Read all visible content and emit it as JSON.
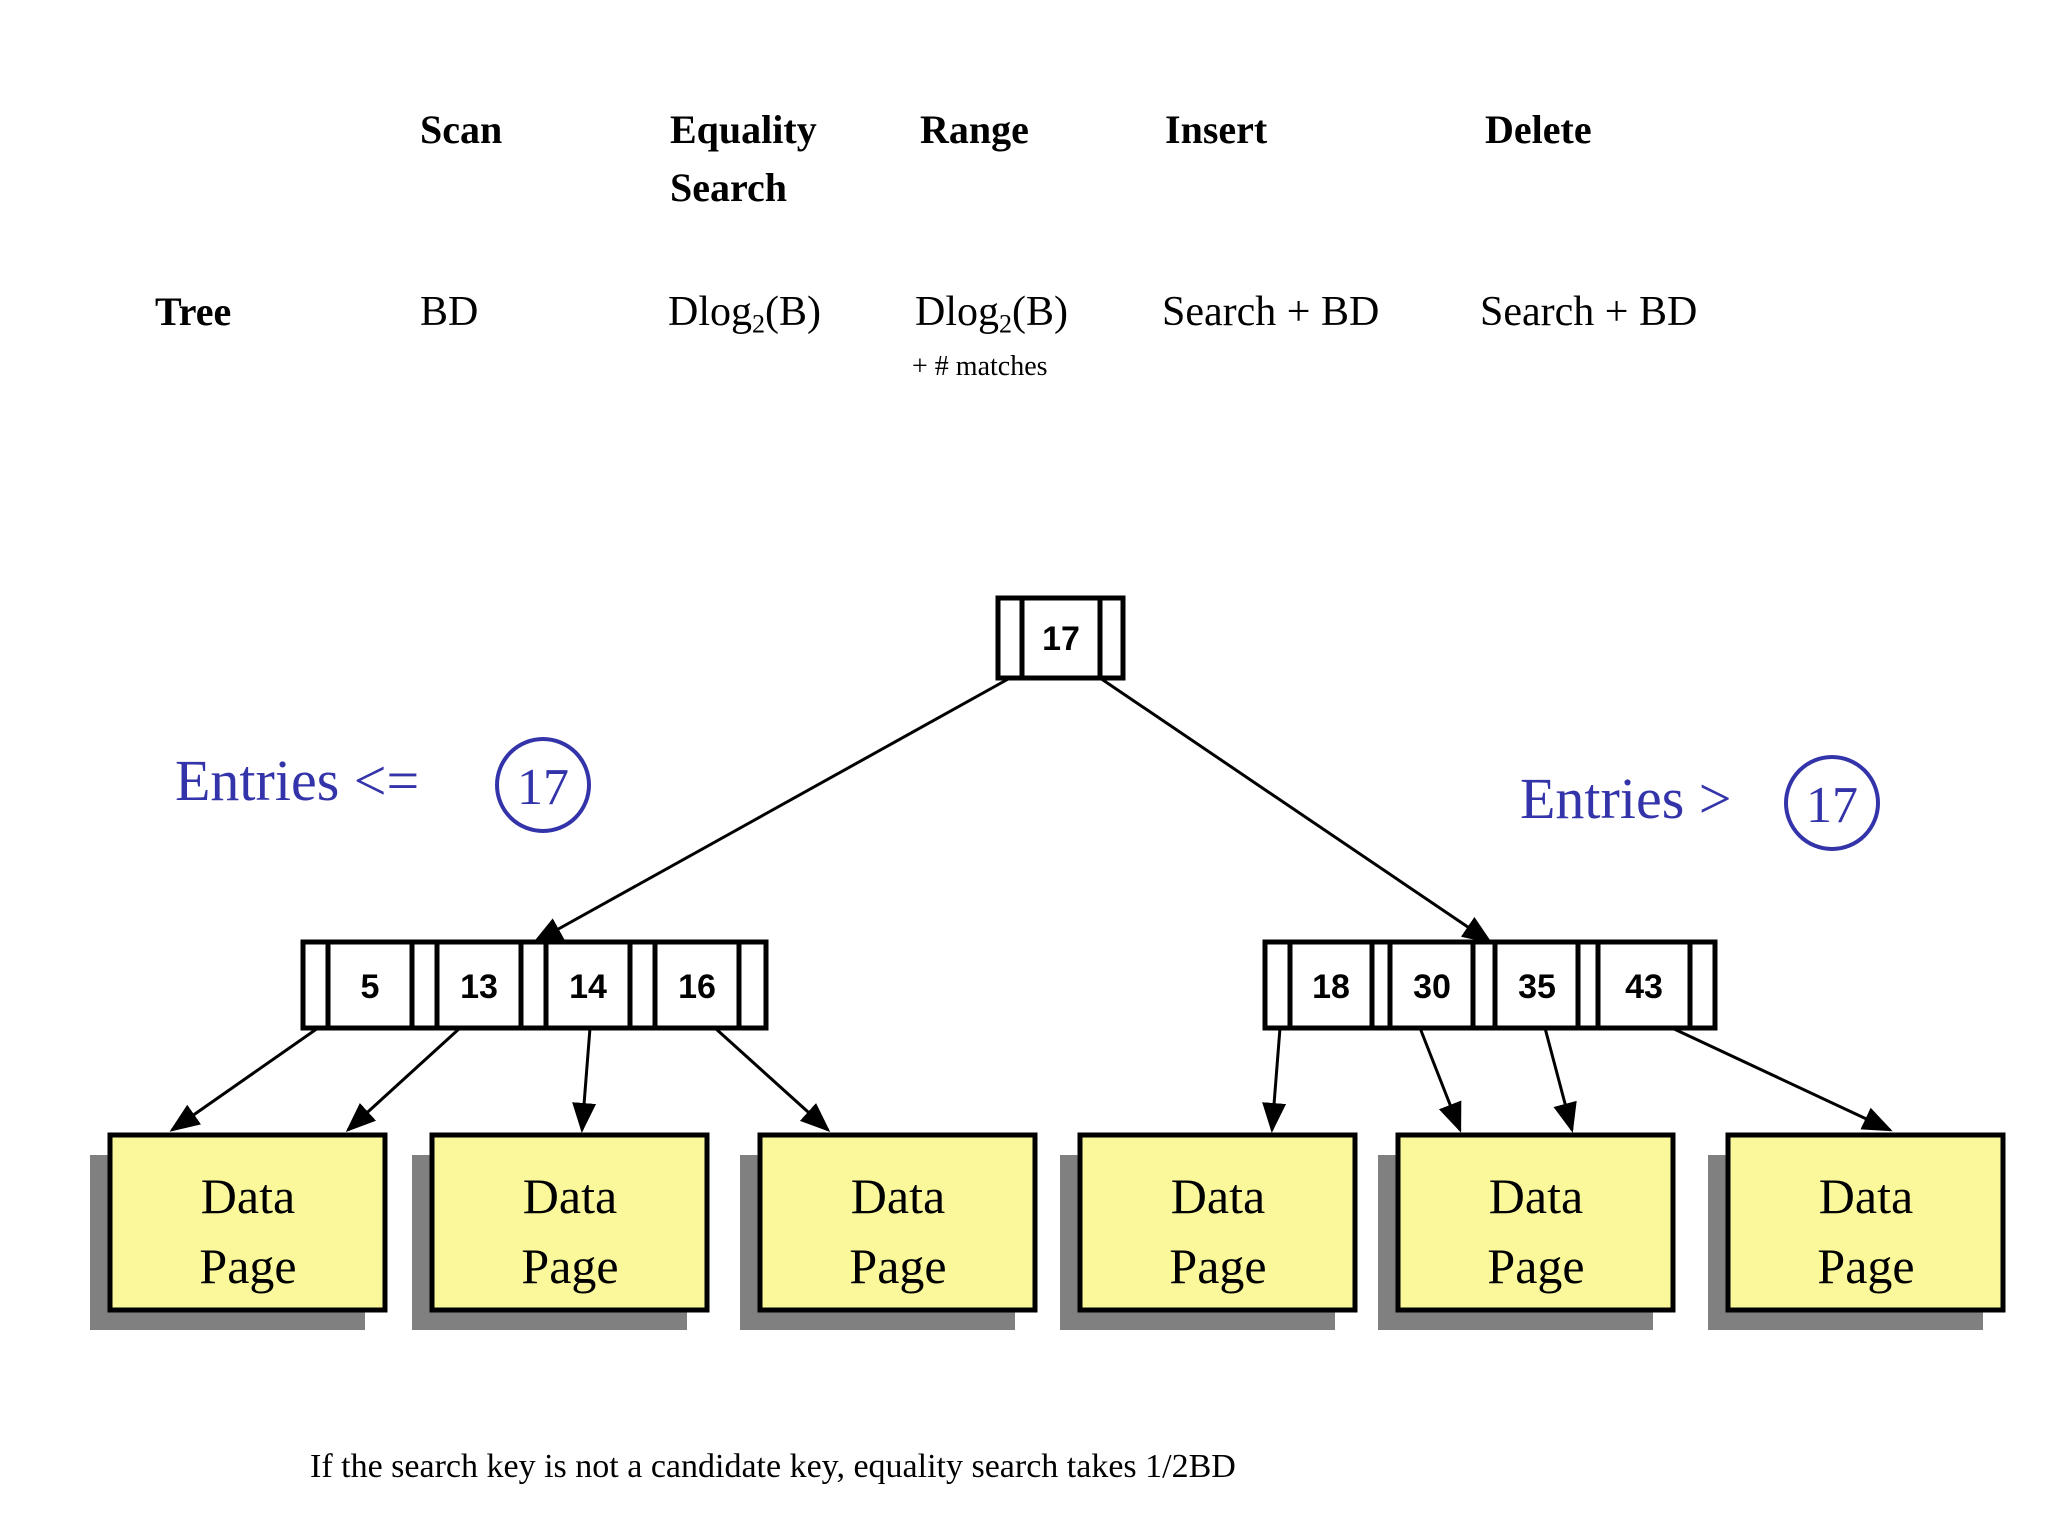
{
  "table": {
    "columns": [
      "",
      "Scan",
      "Equality Search",
      "Range",
      "Insert",
      "Delete"
    ],
    "headers": {
      "blank": "",
      "scan": "Scan",
      "equality_line1": "Equality",
      "equality_line2": "Search",
      "range": "Range",
      "insert": "Insert",
      "delete": "Delete"
    },
    "rows": [
      {
        "label": "Tree",
        "scan": "BD",
        "equality_prefix": "Dlog",
        "equality_sub": "2",
        "equality_suffix": "(B)",
        "range_prefix": "Dlog",
        "range_sub": "2",
        "range_suffix": "(B)",
        "range_note": "+ # matches",
        "insert": "Search + BD",
        "delete": "Search + BD"
      }
    ]
  },
  "diagram": {
    "root": {
      "keys": [
        "17"
      ]
    },
    "labels": {
      "left": {
        "text": "Entries <=",
        "circled_value": "17"
      },
      "right": {
        "text": "Entries >",
        "circled_value": "17"
      }
    },
    "internal_nodes": [
      {
        "keys": [
          "5",
          "13",
          "14",
          "16"
        ]
      },
      {
        "keys": [
          "18",
          "30",
          "35",
          "43"
        ]
      }
    ],
    "leaves": [
      {
        "line1": "Data",
        "line2": "Page"
      },
      {
        "line1": "Data",
        "line2": "Page"
      },
      {
        "line1": "Data",
        "line2": "Page"
      },
      {
        "line1": "Data",
        "line2": "Page"
      },
      {
        "line1": "Data",
        "line2": "Page"
      },
      {
        "line1": "Data",
        "line2": "Page"
      }
    ],
    "colors": {
      "page_fill": "#faf89a",
      "page_border": "#000000",
      "page_shadow": "#808080",
      "label_blue": "#3333aa",
      "line": "#000000"
    }
  },
  "footnote": {
    "text": "If the search key is not a candidate key, equality search takes 1/2BD"
  }
}
